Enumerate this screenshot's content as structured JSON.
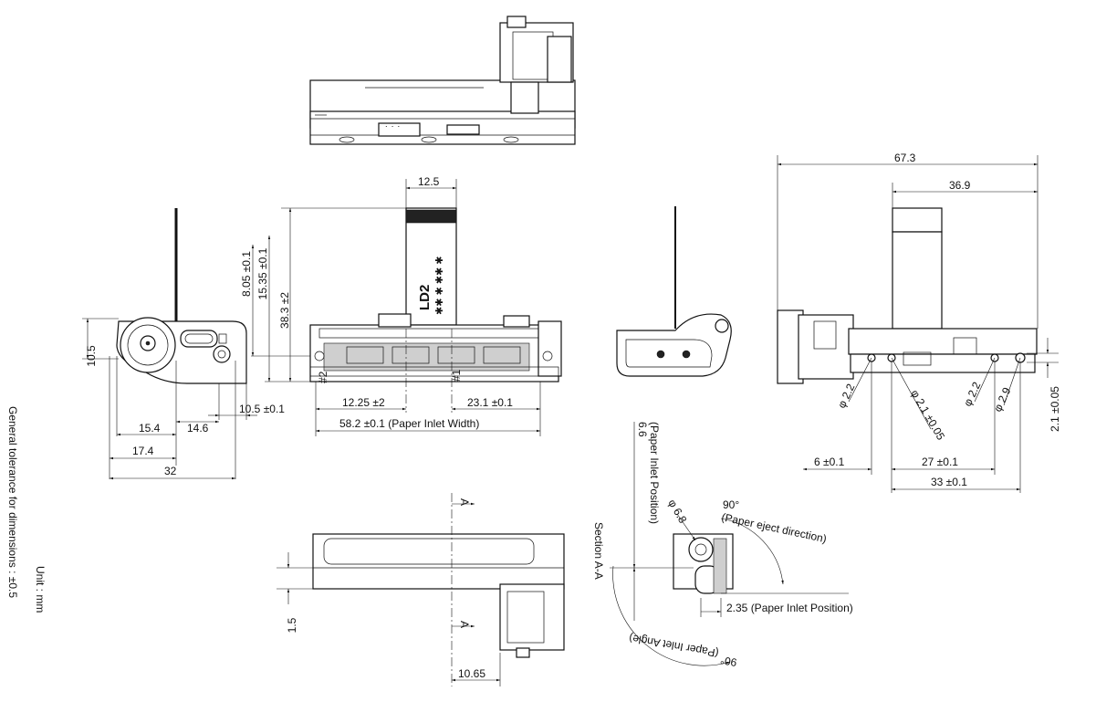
{
  "dimensions": {
    "flex_width": "12.5",
    "total_height": "38.3 ±2",
    "height_15": "15.35 ±0.1",
    "height_8": "8.05 ±0.1",
    "left_h": "10.5",
    "left_10": "10.5 ±0.1",
    "left_15": "15.4",
    "left_14": "14.6",
    "left_17": "17.4",
    "left_32": "32",
    "front_12": "12.25 ±2",
    "front_23": "23.1 ±0.1",
    "front_58": "58.2 ±0.1 (Paper Inlet Width)",
    "right_67": "67.3",
    "right_36": "36.9",
    "right_6": "6 ±0.1",
    "right_27": "27 ±0.1",
    "right_33": "33 ±0.1",
    "right_21": "2.1 ±0.05",
    "bottom_15": "1.5",
    "bottom_10": "10.65",
    "sec_66": "6.6",
    "sec_66_note": "(Paper Inlet Position)",
    "sec_235": "2.35 (Paper Inlet Position)",
    "sec_dia": "φ 6.8",
    "sec_90a": "90°",
    "sec_eject": "(Paper eject direction)",
    "sec_90b": "90°",
    "sec_angle": "(Paper Inlet Angle)"
  },
  "diameters": {
    "d1": "φ 2.2",
    "d2": "φ 2.1 ±0.05",
    "d3": "φ 2.2",
    "d4": "φ 2.9"
  },
  "labels": {
    "ld2": "LD2",
    "marks": "✱✱ ✱ ✱✱ ✱",
    "pin2": "#2",
    "pin1": "#1",
    "top_code": "˙ ˙ ˙",
    "section": "Section A-A",
    "section_a_top": "A",
    "section_a_bottom": "A"
  },
  "notes": {
    "unit": "Unit : mm",
    "tolerance": "General tolerance for dimensions : ±0.5"
  }
}
